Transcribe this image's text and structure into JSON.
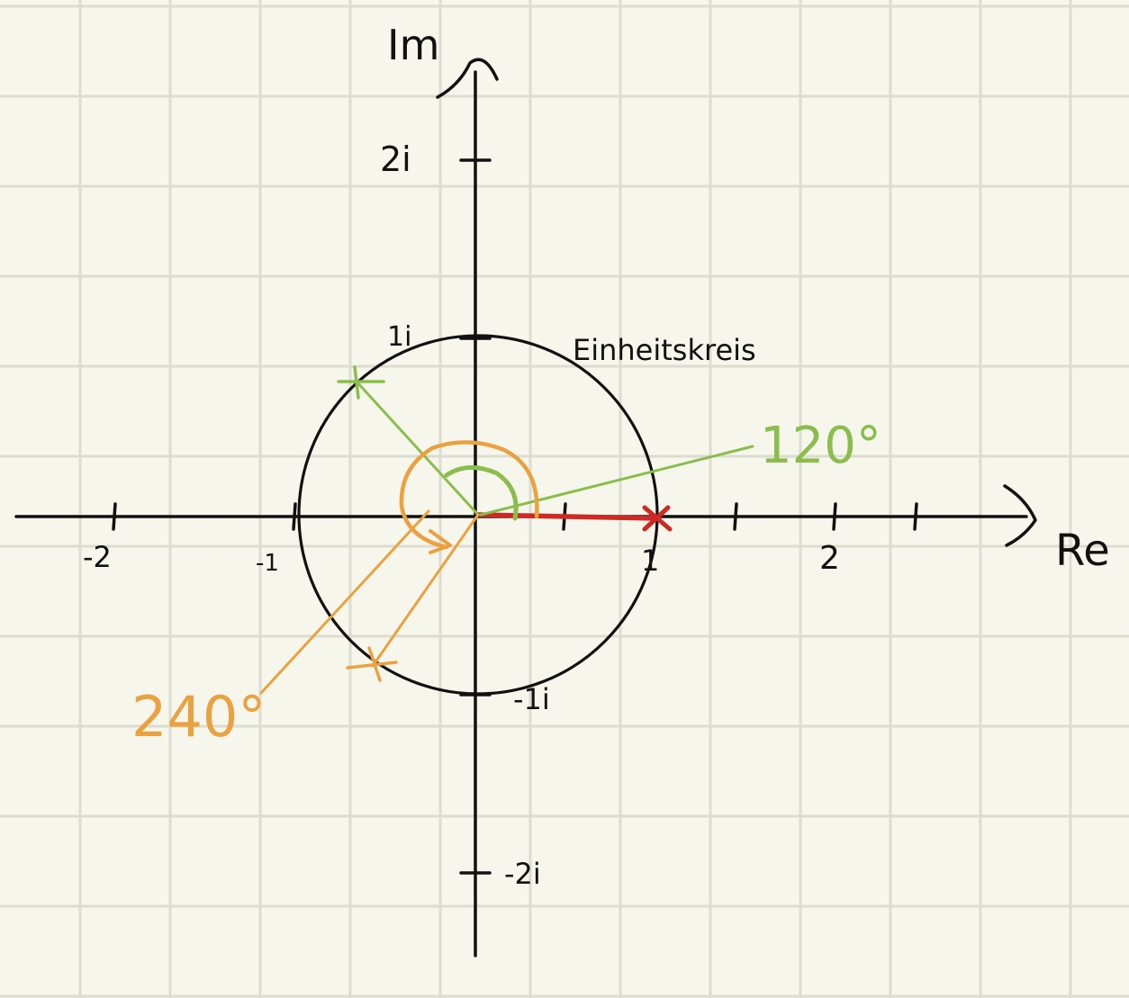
{
  "colors": {
    "paper": "#f7f6ed",
    "grid": "#dcdcd0",
    "ink": "#111111",
    "green": "#8bbd4d",
    "orange": "#e9a23f",
    "red": "#cc2a22"
  },
  "axes": {
    "real_label": "Re",
    "imag_label": "Im",
    "real_ticks": [
      {
        "value": -2,
        "label": "-2"
      },
      {
        "value": -1,
        "label": "-1"
      },
      {
        "value": 1,
        "label": "1"
      },
      {
        "value": 2,
        "label": "2"
      }
    ],
    "imag_ticks": [
      {
        "value": 2,
        "label": "2i"
      },
      {
        "value": 1,
        "label": "1i"
      },
      {
        "value": -1,
        "label": "-1i"
      },
      {
        "value": -2,
        "label": "-2i"
      }
    ]
  },
  "unit_circle": {
    "radius": 1,
    "label": "Einheitskreis"
  },
  "points": [
    {
      "name": "point-0-deg",
      "angle_deg": 0,
      "color": "red"
    },
    {
      "name": "point-120-deg",
      "angle_deg": 120,
      "color": "green"
    },
    {
      "name": "point-240-deg",
      "angle_deg": 240,
      "color": "orange"
    }
  ],
  "angle_labels": {
    "green": "120°",
    "orange": "240°"
  }
}
